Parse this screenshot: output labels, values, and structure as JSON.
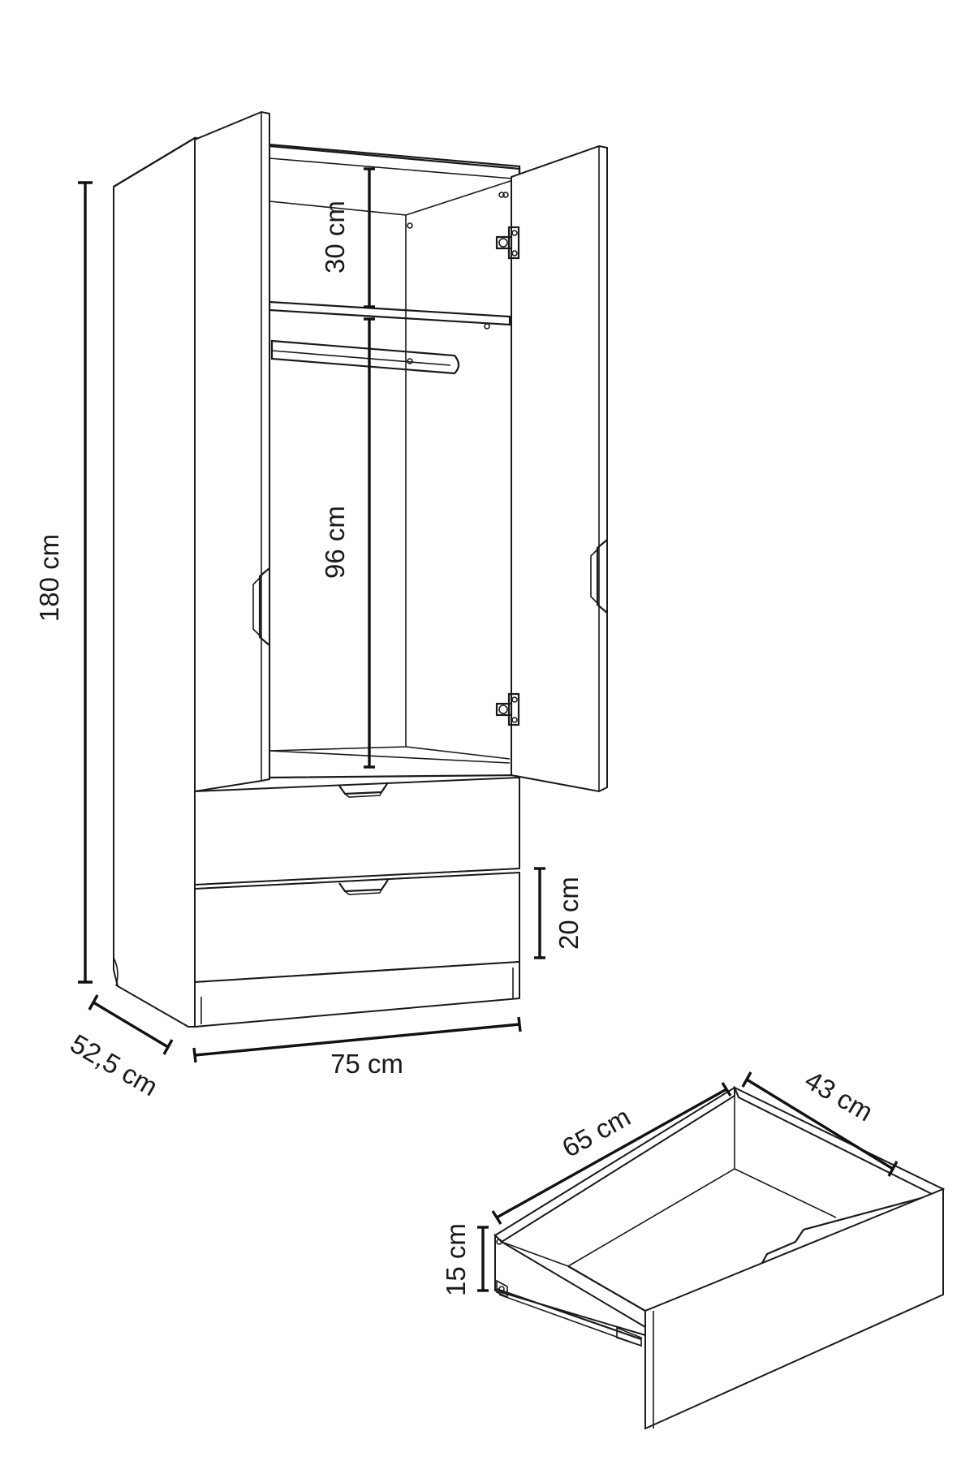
{
  "colors": {
    "line": "#1a1a1a",
    "background": "#ffffff"
  },
  "dimensions": {
    "height": "180 cm",
    "depth": "52,5 cm",
    "width": "75 cm",
    "top_shelf_gap": "30 cm",
    "hanging_space": "96 cm",
    "drawer_front_height": "20 cm"
  },
  "drawer_dimensions": {
    "length": "65 cm",
    "depth": "43 cm",
    "height": "15 cm"
  }
}
